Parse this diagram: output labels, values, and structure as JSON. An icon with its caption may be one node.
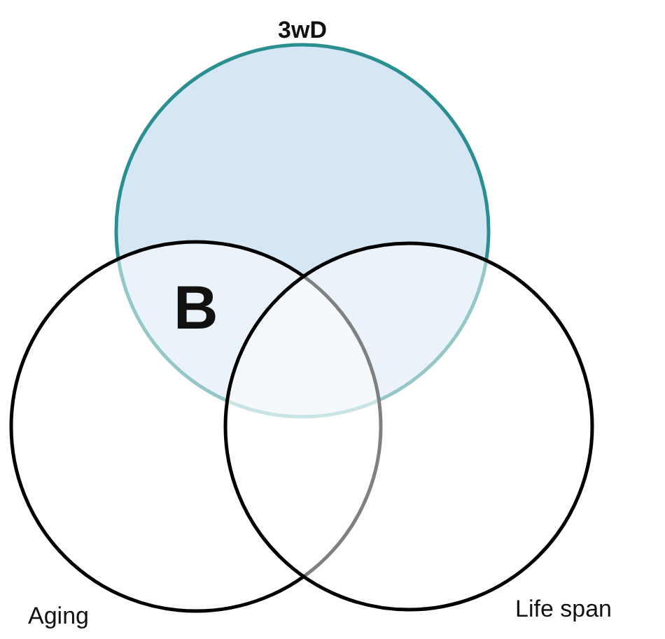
{
  "diagram": {
    "nodes": [
      {
        "text": [
          "3wD"
        ]
      },
      {
        "text": [
          "Aging"
        ]
      },
      {
        "text": [
          "Life span"
        ]
      }
    ],
    "labels": [
      "B"
    ]
  }
}
